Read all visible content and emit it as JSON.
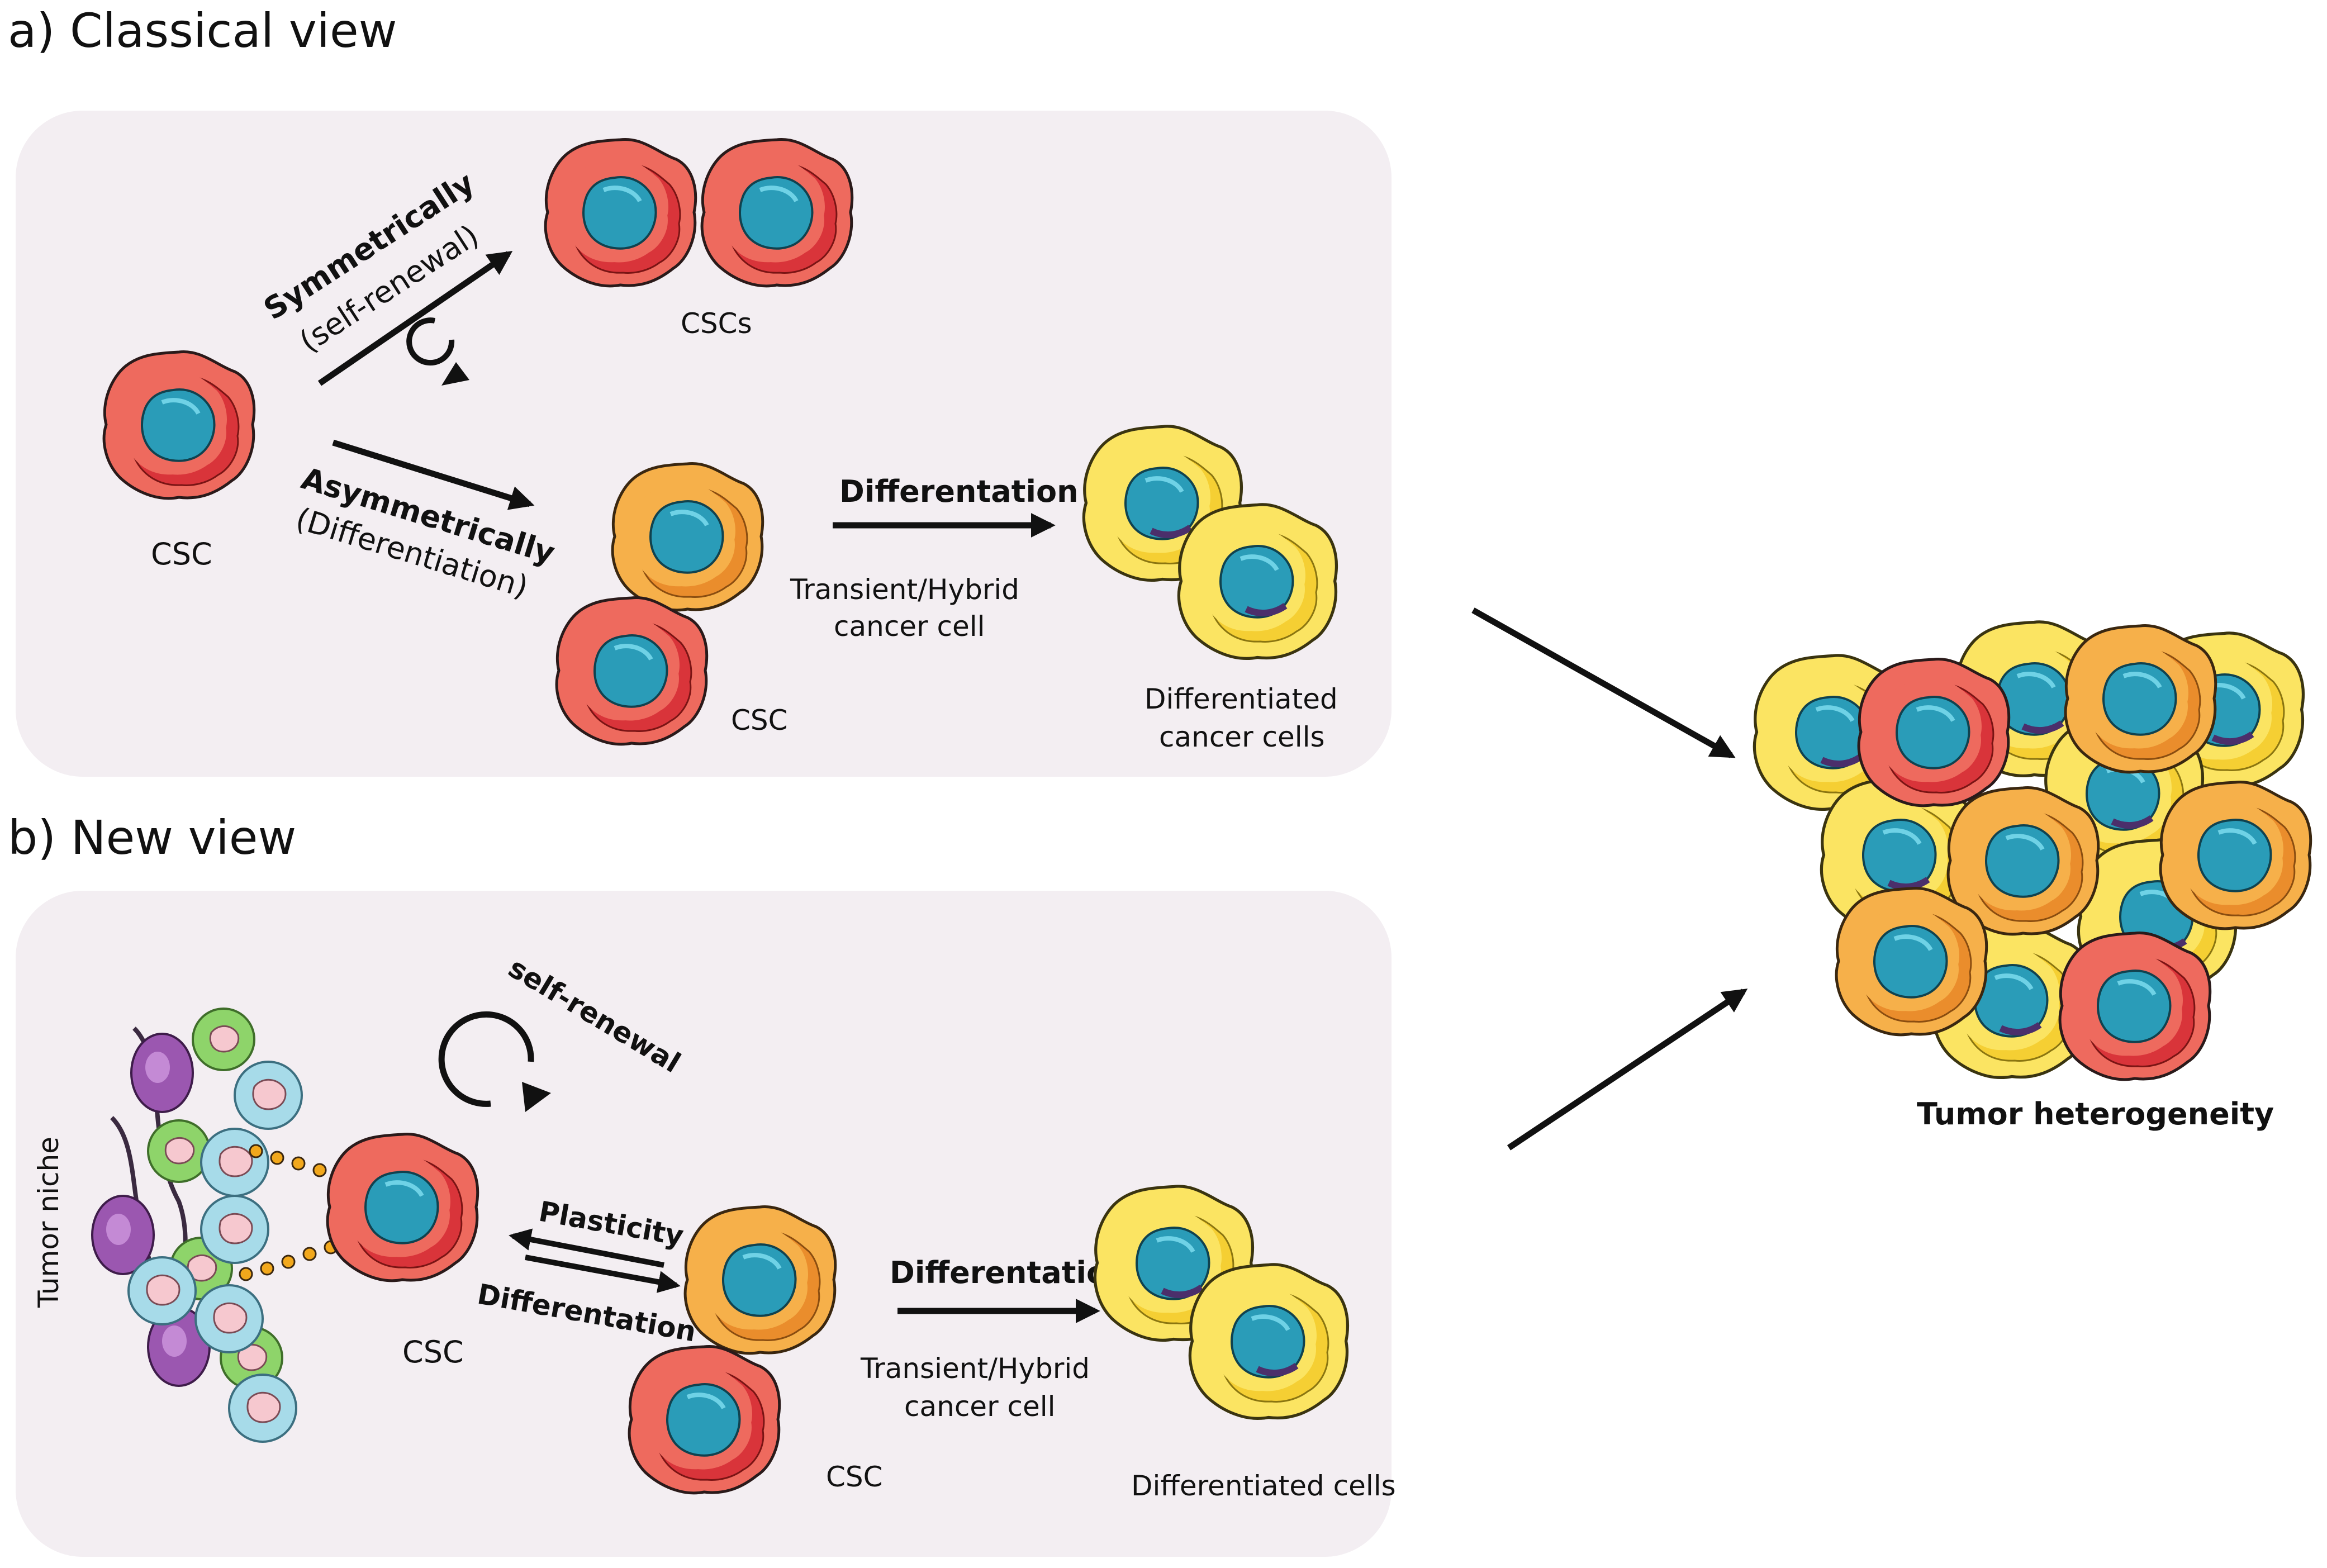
{
  "classical": {
    "heading": "a) Classical view",
    "symmetric_bold": "Symmetrically",
    "symmetric_sub": "(self-renewal)",
    "cscs": "CSCs",
    "csc_left": "CSC",
    "asymmetric_bold": "Asymmetrically",
    "asymmetric_sub": "(Differentiation)",
    "differentiation": "Differentation",
    "transient_line1": "Transient/Hybrid",
    "transient_line2": "cancer cell",
    "csc_bottom": "CSC",
    "diff_line1": "Differentiated",
    "diff_line2": "cancer cells"
  },
  "new_view": {
    "heading": "b) New view",
    "self_renewal": "self-renewal",
    "tumor_niche": "Tumor niche",
    "csc_center": "CSC",
    "plasticity": "Plasticity",
    "differentiation_rev": "Differentation",
    "differentiation": "Differentation",
    "transient_line1": "Transient/Hybrid",
    "transient_line2": "cancer cell",
    "csc_bottom": "CSC",
    "diff_cells": "Differentiated cells"
  },
  "heterogeneity": {
    "label": "Tumor heterogeneity"
  },
  "colors": {
    "panel_bg": "#f3eef2",
    "csc_outer": "#ee6a5e",
    "csc_inner": "#d9343a",
    "transient_outer": "#f6b04a",
    "transient_inner": "#ea8d2c",
    "diff_outer": "#fbe462",
    "diff_inner": "#f5cf33",
    "nucleus": "#2a9cb8",
    "nucleus_light": "#4ec0d8",
    "niche_purple": "#9b57b0",
    "niche_green": "#8ed46a",
    "niche_blue": "#a7dbe9",
    "niche_pink": "#f6c8cf",
    "dot_orange": "#f2a81c",
    "arrow": "#111111"
  }
}
